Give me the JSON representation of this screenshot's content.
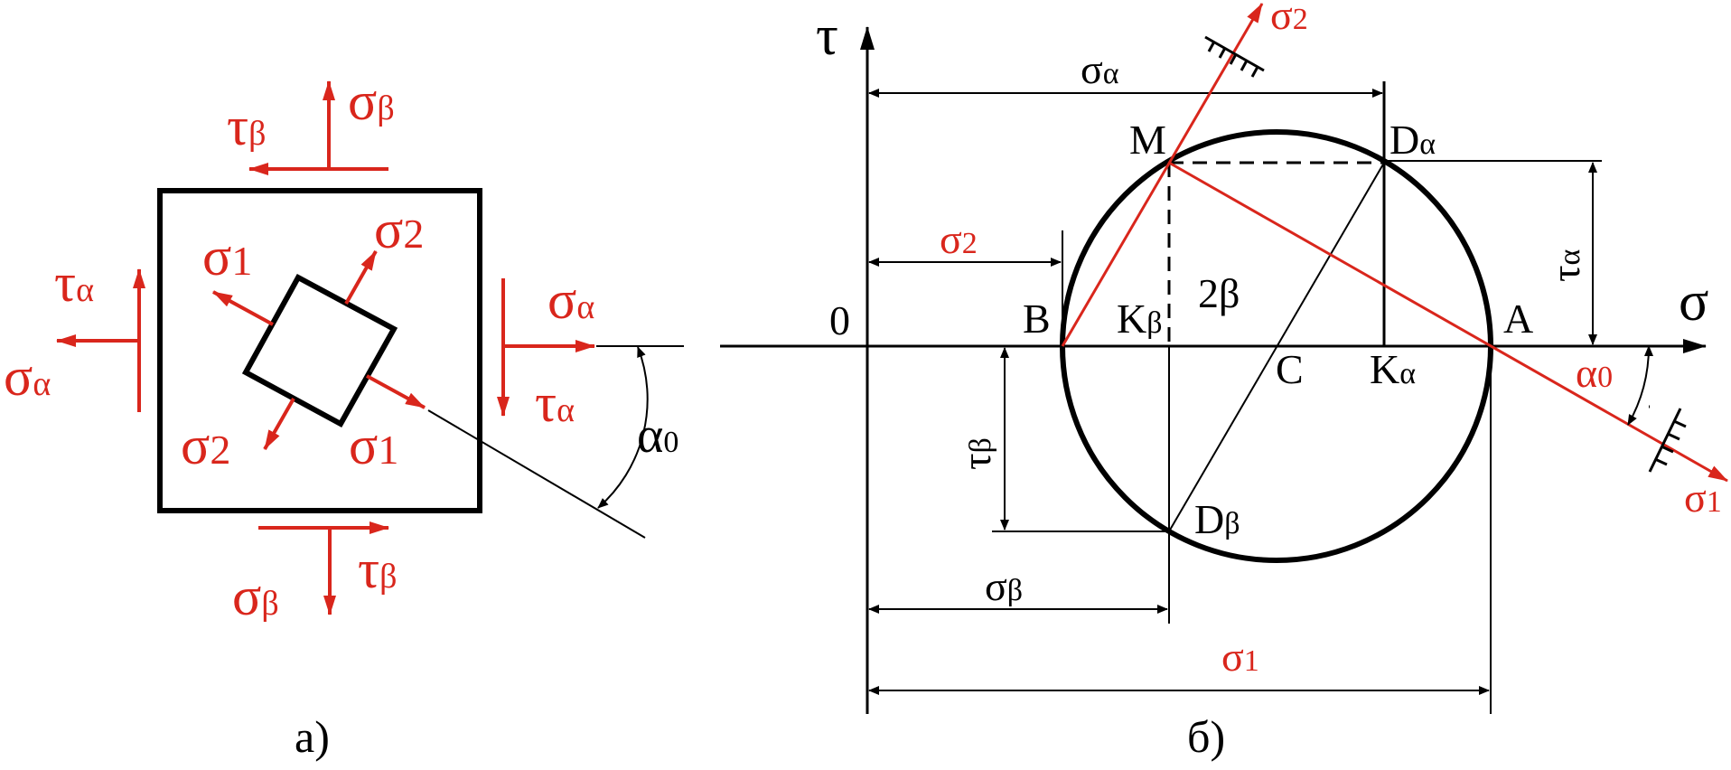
{
  "colors": {
    "red": "#d9261c",
    "black": "#000000"
  },
  "panel_a": {
    "caption": "а)",
    "top": {
      "tau_main": "τ",
      "tau_sub": "β",
      "sigma_main": "σ",
      "sigma_sub": "β"
    },
    "bottom": {
      "tau_main": "τ",
      "tau_sub": "β",
      "sigma_main": "σ",
      "sigma_sub": "β"
    },
    "left": {
      "tau_main": "τ",
      "tau_sub": "α",
      "sigma_main": "σ",
      "sigma_sub": "α"
    },
    "right": {
      "tau_main": "τ",
      "tau_sub": "α",
      "sigma_main": "σ",
      "sigma_sub": "α"
    },
    "inner": {
      "s1_ul_main": "σ",
      "s1_ul_sub": "1",
      "s2_ur_main": "σ",
      "s2_ur_sub": "2",
      "s2_ll_main": "σ",
      "s2_ll_sub": "2",
      "s1_lr_main": "σ",
      "s1_lr_sub": "1"
    },
    "angle_main": "α",
    "angle_sub": "0"
  },
  "panel_b": {
    "caption": "б)",
    "axis_tau": "τ",
    "axis_sigma": "σ",
    "origin": "0",
    "points": {
      "B": "B",
      "A": "A",
      "C": "C",
      "M": "M",
      "Da_main": "D",
      "Da_sub": "α",
      "Db_main": "D",
      "Db_sub": "β",
      "Ka_main": "K",
      "Ka_sub": "α",
      "Kb_main": "K",
      "Kb_sub": "β"
    },
    "two_beta": "2β",
    "dims": {
      "sigma_alpha_main": "σ",
      "sigma_alpha_sub": "α",
      "sigma2_main": "σ",
      "sigma2_sub": "2",
      "sigma_beta_main": "σ",
      "sigma_beta_sub": "β",
      "sigma1_main": "σ",
      "sigma1_sub": "1",
      "tau_alpha_main": "τ",
      "tau_alpha_sub": "α",
      "tau_beta_main": "τ",
      "tau_beta_sub": "β"
    },
    "principal": {
      "s2_main": "σ",
      "s2_sub": "2",
      "s1_main": "σ",
      "s1_sub": "1",
      "alpha0_main": "α",
      "alpha0_sub": "0"
    }
  }
}
